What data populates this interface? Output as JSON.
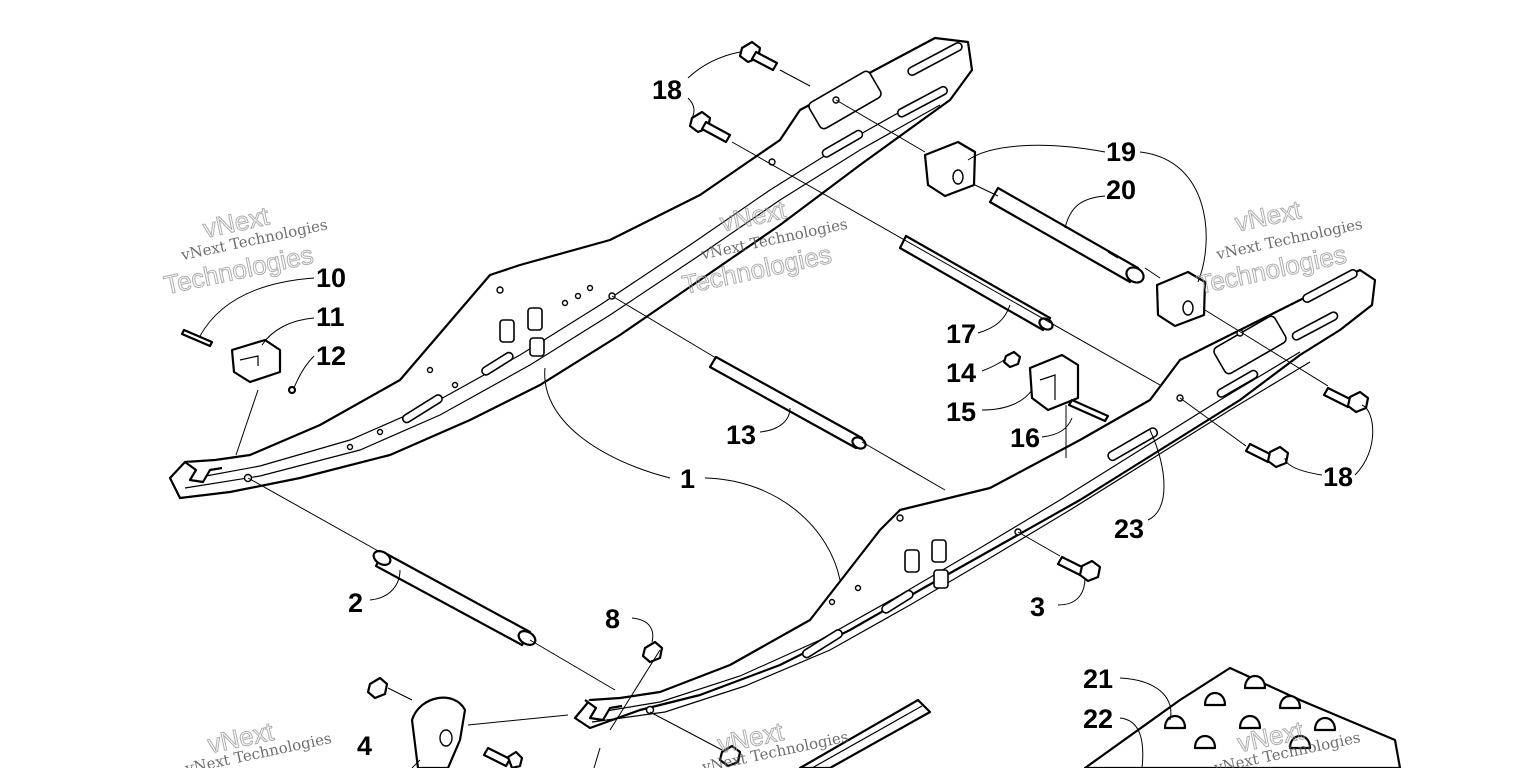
{
  "watermark": {
    "line1": "vNext Technologies",
    "line2": "vNext",
    "line3": "Technologies"
  },
  "callouts": [
    {
      "id": "c18a",
      "label": "18"
    },
    {
      "id": "c19",
      "label": "19"
    },
    {
      "id": "c20",
      "label": "20"
    },
    {
      "id": "c10",
      "label": "10"
    },
    {
      "id": "c11",
      "label": "11"
    },
    {
      "id": "c12",
      "label": "12"
    },
    {
      "id": "c17",
      "label": "17"
    },
    {
      "id": "c14",
      "label": "14"
    },
    {
      "id": "c15",
      "label": "15"
    },
    {
      "id": "c16",
      "label": "16"
    },
    {
      "id": "c13",
      "label": "13"
    },
    {
      "id": "c1",
      "label": "1"
    },
    {
      "id": "c18b",
      "label": "18"
    },
    {
      "id": "c23",
      "label": "23"
    },
    {
      "id": "c2",
      "label": "2"
    },
    {
      "id": "c3",
      "label": "3"
    },
    {
      "id": "c8",
      "label": "8"
    },
    {
      "id": "c21",
      "label": "21"
    },
    {
      "id": "c22",
      "label": "22"
    },
    {
      "id": "c4",
      "label": "4"
    }
  ]
}
